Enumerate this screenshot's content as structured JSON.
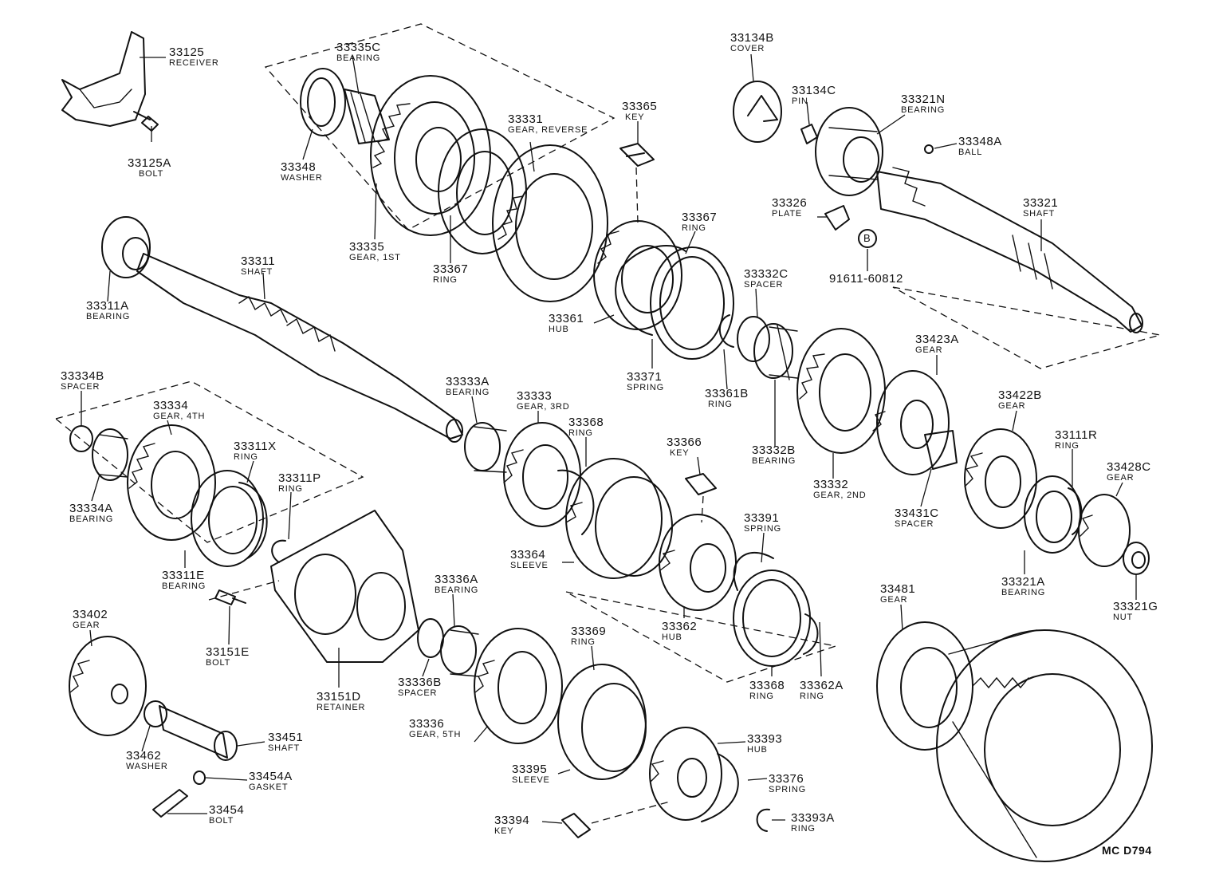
{
  "diagram_code": "MC D794",
  "ref_marker": "B",
  "parts": [
    {
      "id": "33125",
      "name": "RECEIVER"
    },
    {
      "id": "33125A",
      "name": "BOLT"
    },
    {
      "id": "33335C",
      "name": "BEARING"
    },
    {
      "id": "33348",
      "name": "WASHER"
    },
    {
      "id": "33331",
      "name": "GEAR, REVERSE"
    },
    {
      "id": "33335",
      "name": "GEAR, 1ST"
    },
    {
      "id": "33367",
      "name": "RING"
    },
    {
      "id": "33365",
      "name": "KEY"
    },
    {
      "id": "33367",
      "name": "RING"
    },
    {
      "id": "33361",
      "name": "HUB"
    },
    {
      "id": "33371",
      "name": "SPRING"
    },
    {
      "id": "33134B",
      "name": "COVER"
    },
    {
      "id": "33134C",
      "name": "PIN"
    },
    {
      "id": "33321N",
      "name": "BEARING"
    },
    {
      "id": "33348A",
      "name": "BALL"
    },
    {
      "id": "33326",
      "name": "PLATE"
    },
    {
      "id": "33321",
      "name": "SHAFT"
    },
    {
      "id": "91611-60812",
      "name": ""
    },
    {
      "id": "33311",
      "name": "SHAFT"
    },
    {
      "id": "33311A",
      "name": "BEARING"
    },
    {
      "id": "33332C",
      "name": "SPACER"
    },
    {
      "id": "33361B",
      "name": "RING"
    },
    {
      "id": "33332B",
      "name": "BEARING"
    },
    {
      "id": "33423A",
      "name": "GEAR"
    },
    {
      "id": "33332",
      "name": "GEAR, 2ND"
    },
    {
      "id": "33422B",
      "name": "GEAR"
    },
    {
      "id": "33111R",
      "name": "RING"
    },
    {
      "id": "33428C",
      "name": "GEAR"
    },
    {
      "id": "33431C",
      "name": "SPACER"
    },
    {
      "id": "33321A",
      "name": "BEARING"
    },
    {
      "id": "33321G",
      "name": "NUT"
    },
    {
      "id": "33334B",
      "name": "SPACER"
    },
    {
      "id": "33334",
      "name": "GEAR, 4TH"
    },
    {
      "id": "33311X",
      "name": "RING"
    },
    {
      "id": "33311P",
      "name": "RING"
    },
    {
      "id": "33334A",
      "name": "BEARING"
    },
    {
      "id": "33311E",
      "name": "BEARING"
    },
    {
      "id": "33333A",
      "name": "BEARING"
    },
    {
      "id": "33333",
      "name": "GEAR, 3RD"
    },
    {
      "id": "33368",
      "name": "RING"
    },
    {
      "id": "33366",
      "name": "KEY"
    },
    {
      "id": "33391",
      "name": "SPRING"
    },
    {
      "id": "33364",
      "name": "SLEEVE"
    },
    {
      "id": "33362",
      "name": "HUB"
    },
    {
      "id": "33368",
      "name": "RING"
    },
    {
      "id": "33362A",
      "name": "RING"
    },
    {
      "id": "33481",
      "name": "GEAR"
    },
    {
      "id": "33402",
      "name": "GEAR"
    },
    {
      "id": "33151E",
      "name": "BOLT"
    },
    {
      "id": "33151D",
      "name": "RETAINER"
    },
    {
      "id": "33336A",
      "name": "BEARING"
    },
    {
      "id": "33336B",
      "name": "SPACER"
    },
    {
      "id": "33369",
      "name": "RING"
    },
    {
      "id": "33336",
      "name": "GEAR, 5TH"
    },
    {
      "id": "33393",
      "name": "HUB"
    },
    {
      "id": "33395",
      "name": "SLEEVE"
    },
    {
      "id": "33376",
      "name": "SPRING"
    },
    {
      "id": "33394",
      "name": "KEY"
    },
    {
      "id": "33393A",
      "name": "RING"
    },
    {
      "id": "33462",
      "name": "WASHER"
    },
    {
      "id": "33451",
      "name": "SHAFT"
    },
    {
      "id": "33454A",
      "name": "GASKET"
    },
    {
      "id": "33454",
      "name": "BOLT"
    }
  ]
}
